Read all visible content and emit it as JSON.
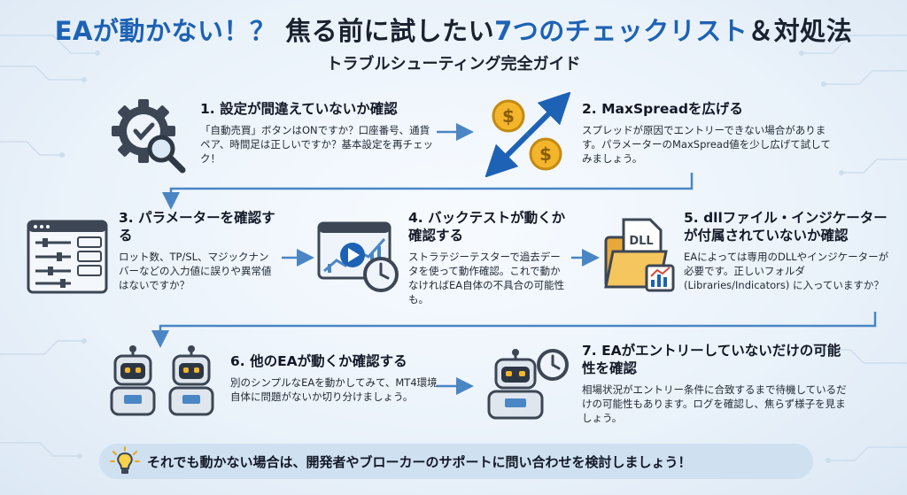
{
  "header": {
    "title_parts": [
      "EAが動かない！？",
      "焦る前に試したい",
      "7つのチェックリスト",
      "＆対処法"
    ],
    "subtitle": "トラブルシューティング完全ガイド"
  },
  "steps": [
    {
      "title": "1. 設定が間違えていないか確認",
      "body": "「自動売買」ボタンはONですか？口座番号、通貨ペア、時間足は正しいですか？基本設定を再チェック！"
    },
    {
      "title": "2. MaxSpreadを広げる",
      "body": "スプレッドが原因でエントリーできない場合があります。パラメーターのMaxSpread値を少し広げて試してみましょう。"
    },
    {
      "title": "3. パラメーターを確認する",
      "body": "ロット数、TP/SL、マジックナンバーなどの入力値に誤りや異常値はないですか？"
    },
    {
      "title": "4. バックテストが動くか確認する",
      "body": "ストラテジーテスターで過去データを使って動作確認。これで動かなければEA自体の不具合の可能性も。"
    },
    {
      "title": "5. dllファイル・インジケーターが付属されていないか確認",
      "body": "EAによっては専用のDLLやインジケーターが必要です。正しいフォルダ (Libraries/Indicators) に入っていますか？"
    },
    {
      "title": "6. 他のEAが動くか確認する",
      "body": "別のシンプルなEAを動かしてみて、MT4環境自体に問題がないか切り分けましょう。"
    },
    {
      "title": "7. EAがエントリーしていないだけの可能性を確認",
      "body": "相場状況がエントリー条件に合致するまで待機しているだけの可能性もあります。ログを確認し、焦らず様子を見ましょう。"
    }
  ],
  "icons": {
    "step1": "gear-check-magnifier-icon",
    "step2": "coins-arrows-icon",
    "step3": "settings-sliders-icon",
    "step4": "backtest-video-chart-icon",
    "step5": "dll-folder-icon",
    "step6": "two-robots-icon",
    "step7": "robot-clock-icon",
    "footer": "lightbulb-icon"
  },
  "footer": {
    "text": "それでも動かない場合は、開発者やブローカーのサポートに問い合わせを検討しましょう！"
  },
  "colors": {
    "accent": "#1d62b4",
    "arrow": "#4a86c4",
    "footer_bg": "#cfe0f1",
    "coin": "#f2b52c"
  }
}
